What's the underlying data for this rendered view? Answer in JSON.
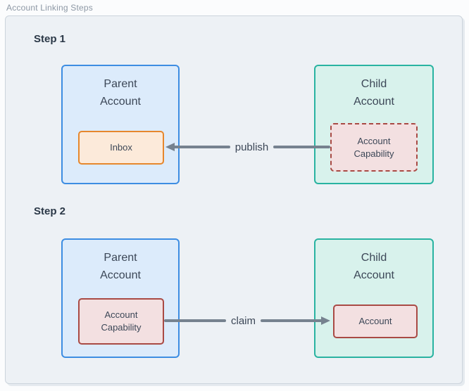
{
  "title": "Account Linking Steps",
  "colors": {
    "panel_bg": "#edf1f5",
    "panel_border": "#ccd4dc",
    "muted_text": "#8d98a5",
    "text": "#3c4757",
    "parent_border": "#3d8de2",
    "parent_fill": "#dcebfb",
    "child_border": "#29b3a1",
    "child_fill": "#d8f2ec",
    "inbox_border": "#e6872d",
    "inbox_fill": "#fceada",
    "capability_border": "#a94a44",
    "capability_fill": "#f3e0e1",
    "arrow": "#76828f"
  },
  "step1": {
    "label": "Step 1",
    "parent_title": "Parent\nAccount",
    "parent_inner": "Inbox",
    "child_title": "Child\nAccount",
    "child_inner": "Account\nCapability",
    "arrow_label": "publish",
    "arrow_direction": "left"
  },
  "step2": {
    "label": "Step 2",
    "parent_title": "Parent\nAccount",
    "parent_inner": "Account\nCapability",
    "child_title": "Child\nAccount",
    "child_inner": "Account",
    "arrow_label": "claim",
    "arrow_direction": "right"
  }
}
